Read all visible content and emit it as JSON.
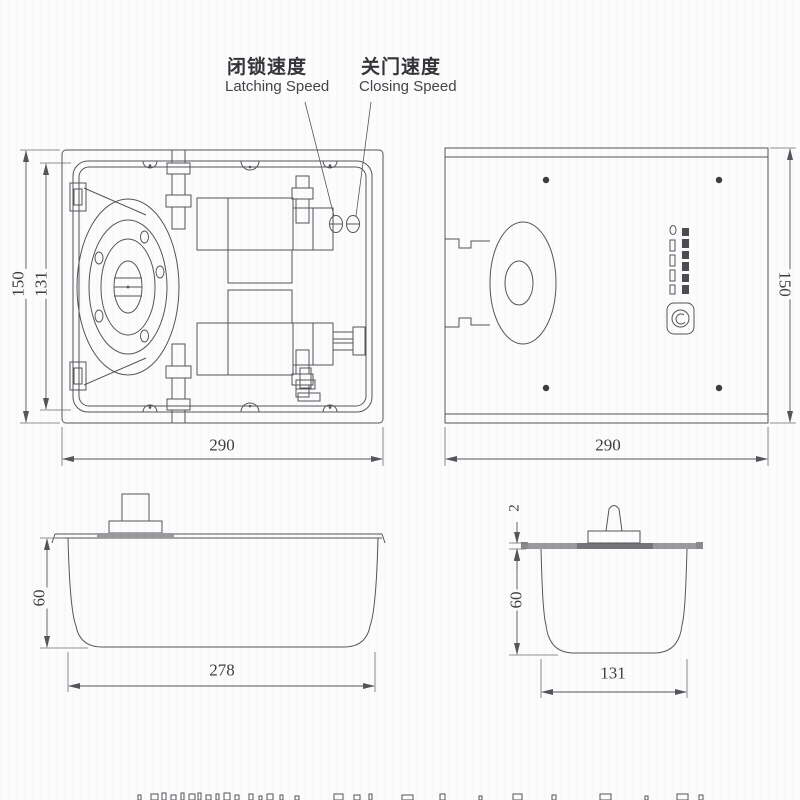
{
  "drawing": {
    "line_color": "#54555a",
    "footer_accent_color": "#2abfa4"
  },
  "callouts": {
    "latching": {
      "zh": "闭锁速度",
      "en": "Latching Speed"
    },
    "closing": {
      "zh": "关门速度",
      "en": "Closing Speed"
    }
  },
  "views": {
    "plan_mechanism": {
      "dims": {
        "width": "290",
        "outer_height": "150",
        "inner_height": "131"
      }
    },
    "plan_cover": {
      "dims": {
        "width": "290",
        "height": "150"
      }
    },
    "front_elevation": {
      "dims": {
        "width": "278",
        "height": "60"
      }
    },
    "end_elevation": {
      "dims": {
        "width": "131",
        "height": "60",
        "plate_thickness": "2"
      }
    }
  }
}
